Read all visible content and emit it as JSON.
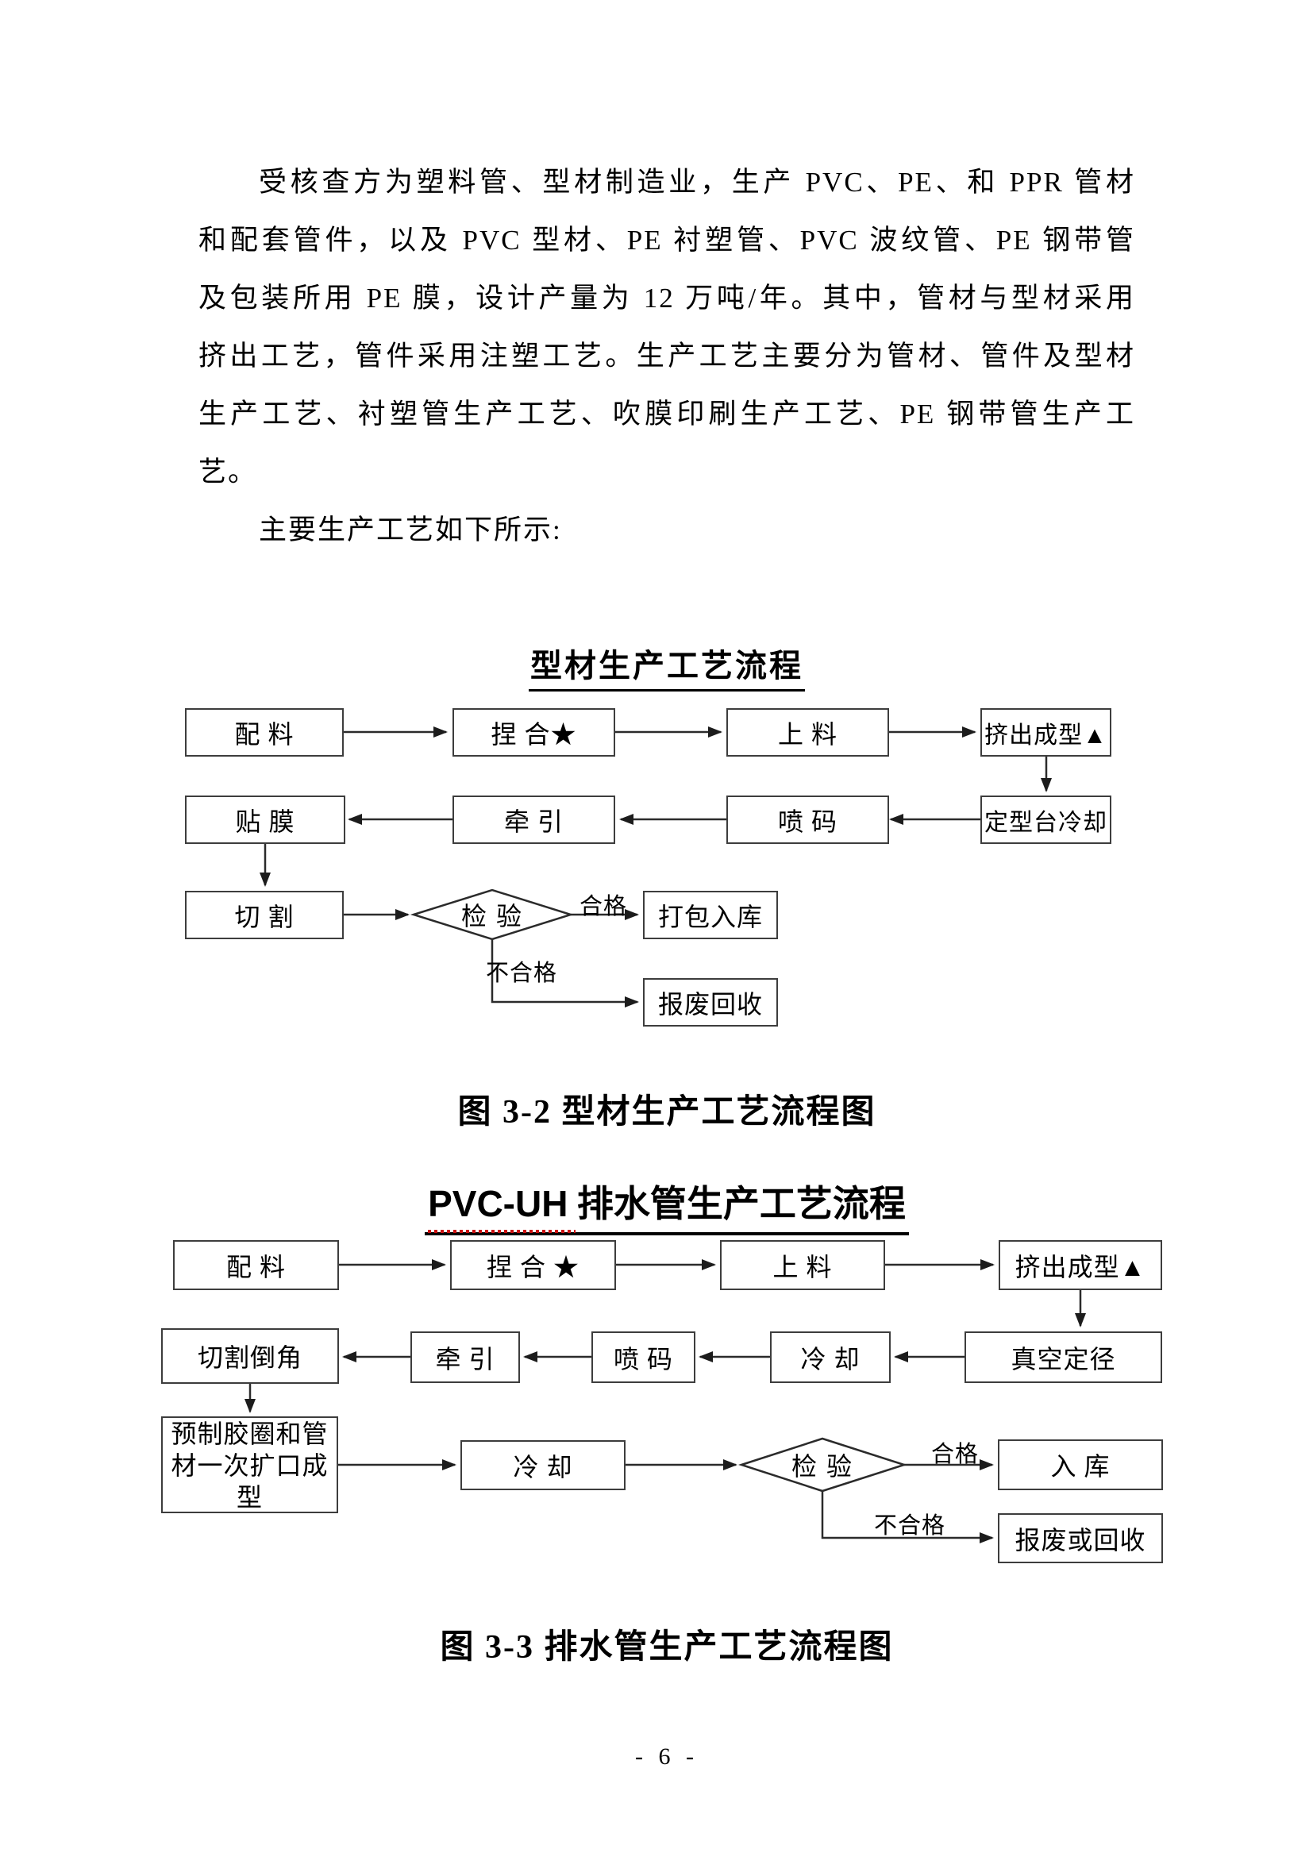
{
  "document": {
    "paragraph": {
      "lines": [
        "受核查方为塑料管、型材制造业，生产 PVC、PE、和 PPR 管材",
        "和配套管件，以及 PVC 型材、PE 衬塑管、PVC 波纹管、PE 钢带管",
        "及包装所用 PE 膜，设计产量为 12 万吨/年。其中，管材与型材采用",
        "挤出工艺，管件采用注塑工艺。生产工艺主要分为管材、管件及型材",
        "生产工艺、衬塑管生产工艺、吹膜印刷生产工艺、PE 钢带管生产工",
        "艺。"
      ],
      "intro": "主要生产工艺如下所示:"
    },
    "page_number": "- 6 -",
    "accent_colors": {
      "spellcheck_underline": "#cc1111",
      "line_color": "#2b2b2b"
    }
  },
  "chart1": {
    "title": "型材生产工艺流程",
    "caption": "图 3-2 型材生产工艺流程图",
    "nodes": {
      "batching": "配 料",
      "kneading": "捏 合★",
      "feeding": "上 料",
      "extrusion": "挤出成型▲",
      "shaping_cooling": "定型台冷却",
      "coding": "喷 码",
      "traction": "牵 引",
      "film_laminating": "贴 膜",
      "cutting": "切 割",
      "inspection": "检 验",
      "packing": "打包入库",
      "scrap": "报废回收"
    },
    "edge_labels": {
      "pass": "合格",
      "fail": "不合格"
    }
  },
  "chart2": {
    "title_latin": "PVC-UH",
    "title_cn": " 排水管生产工艺流程",
    "caption": "图 3-3 排水管生产工艺流程图",
    "nodes": {
      "batching": "配 料",
      "kneading": "捏 合 ★",
      "feeding": "上 料",
      "extrusion": "挤出成型▲",
      "vacuum_sizing": "真空定径",
      "cooling": "冷 却",
      "coding": "喷 码",
      "traction": "牵 引",
      "cut_chamfer": "切割倒角",
      "flaring_line1": "预制胶圈和管",
      "flaring_line2": "材一次扩口成型",
      "cooling2": "冷 却",
      "inspection": "检 验",
      "warehousing": "入 库",
      "scrap": "报废或回收"
    },
    "edge_labels": {
      "pass": "合格",
      "fail": "不合格"
    }
  }
}
